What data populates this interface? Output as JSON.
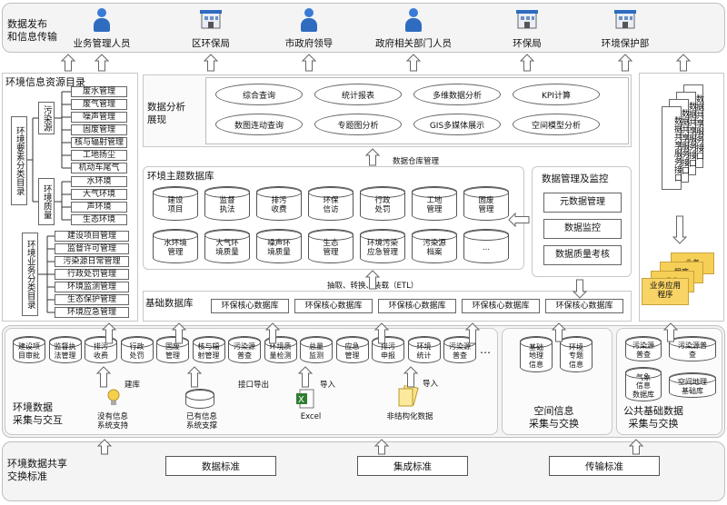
{
  "top": {
    "title": "数据发布\n和信息传输",
    "users": [
      "业务管理人员",
      "区环保局",
      "市政府领导",
      "政府相关部门人员",
      "环保局",
      "环境保护部"
    ],
    "user_icons": [
      "person-icon",
      "building-icon",
      "person-icon",
      "person-icon",
      "building-icon",
      "building-icon"
    ]
  },
  "catalog": {
    "title": "环境信息资源目录",
    "group1_label": "环境要素分类目录",
    "pollution_label": "污染源",
    "pollution_items": [
      "废水管理",
      "废气管理",
      "噪声管理",
      "固废管理",
      "核与辐射管理",
      "工地扬尘",
      "机动车尾气"
    ],
    "quality_label": "环境质量",
    "quality_items": [
      "水环境",
      "大气环境",
      "声环境",
      "生态环境"
    ],
    "group2_label": "环境业务分类目录",
    "business_items": [
      "建设项目管理",
      "监督许可管理",
      "污染源日常管理",
      "行政处罚管理",
      "环境监测管理",
      "生态保护管理",
      "环境应急管理"
    ]
  },
  "analysis": {
    "title": "数据分析\n展现",
    "ovals": [
      "综合查询",
      "统计报表",
      "多维数据分析",
      "KPI计算",
      "数图连动查询",
      "专题图分析",
      "GIS多媒体展示",
      "空间模型分析"
    ]
  },
  "warehouse_label": "数据仓库管理",
  "theme_db": {
    "title": "环境主题数据库",
    "row1": [
      "建设\n项目",
      "监督\n执法",
      "排污\n收费",
      "环保\n信访",
      "行政\n处罚",
      "工地\n管理",
      "固废\n管理"
    ],
    "row2": [
      "水环境\n管理",
      "大气环\n境质量",
      "噪声环\n境质量",
      "生态\n管理",
      "环境污染\n应急管理",
      "污染源\n档案",
      "..."
    ]
  },
  "monitor": {
    "title": "数据管理及监控",
    "items": [
      "元数据管理",
      "数据监控",
      "数据质量考核"
    ]
  },
  "etl_label": "抽取、转换、装载（ETL）",
  "base_db": {
    "title": "基础数据库",
    "items": [
      "环保核心数据库",
      "环保核心数据库",
      "环保核心数据库",
      "环保核心数据库",
      "环保核心数据库"
    ]
  },
  "share": {
    "interface_text": "数据共享服务接口",
    "apps_text": "业务应用程序",
    "folder_back1": "业务",
    "folder_back2": "程序",
    "folder_back3": "业务"
  },
  "collect": {
    "title": "环境数据\n采集与交互",
    "cyls": [
      "建设项\n目审批",
      "监督执\n法管理",
      "排污\n收费",
      "行政\n处罚",
      "固废\n管理",
      "核与辐\n射管理",
      "污染源\n普查",
      "环境质\n量检测",
      "总量\n监测",
      "应急\n管理",
      "排污\n申报",
      "环境\n统计",
      "污染源\n普查"
    ],
    "ellipsis": "…",
    "sources": [
      "没有信息\n系统支持",
      "已有信息\n系统支撑",
      "Excel",
      "非结构化数据"
    ],
    "source_actions": [
      "建库",
      "接口导出",
      "导入",
      "导入"
    ]
  },
  "spatial": {
    "title": "空间信息\n采集与交换",
    "cyls": [
      "基础\n地理\n信息",
      "环境\n专题\n信息"
    ]
  },
  "public": {
    "title": "公共基础数据\n采集与交换",
    "cyls": [
      "污染源\n普查",
      "污染源普\n查",
      "气象\n信息\n数据库",
      "空间地理\n基础库"
    ]
  },
  "standards": {
    "title": "环境数据共享\n交换标准",
    "items": [
      "数据标准",
      "集成标准",
      "传输标准"
    ]
  }
}
